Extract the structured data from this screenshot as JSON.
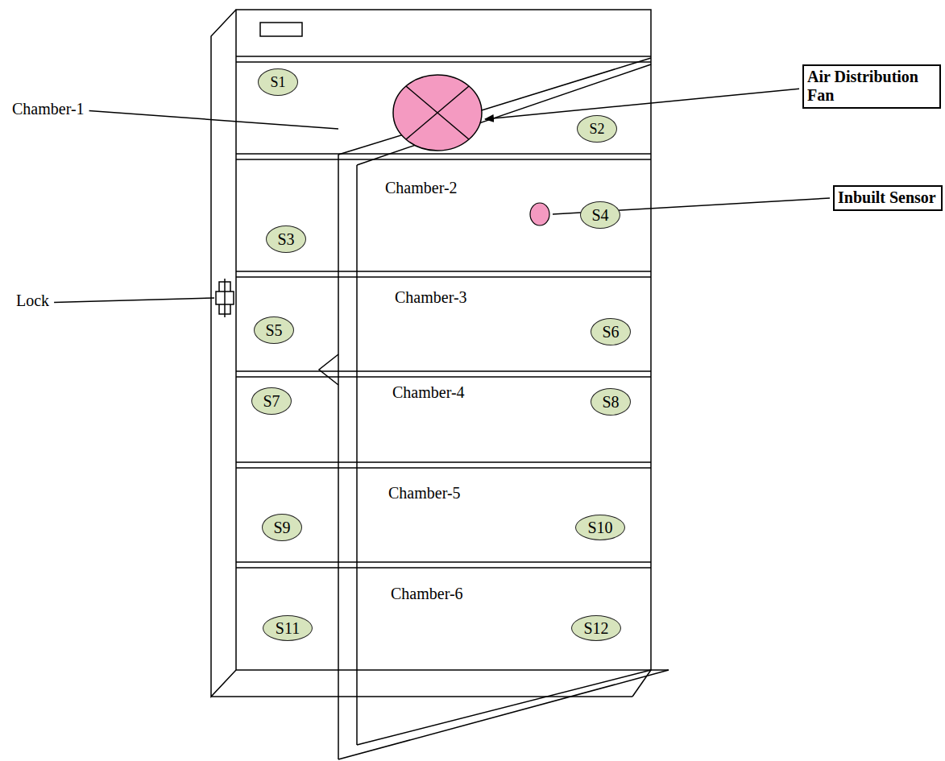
{
  "diagram": {
    "nodes": [
      {
        "text": [
          "S1"
        ]
      },
      {
        "text": [
          "S2"
        ]
      },
      {
        "text": [
          "Air Distribution Fan"
        ]
      },
      {
        "text": [
          "Chamber-2"
        ]
      },
      {
        "text": [
          "S3"
        ],
        "in": 3
      },
      {
        "text": [
          "S4"
        ],
        "in": 3
      },
      {
        "text": [
          "Inbuilt Sensor"
        ]
      },
      {
        "text": [
          "Chamber-3"
        ]
      },
      {
        "text": [
          "S5"
        ],
        "in": 7
      },
      {
        "text": [
          "S6"
        ],
        "in": 7
      },
      {
        "text": [
          "Chamber-4"
        ]
      },
      {
        "text": [
          "S7"
        ],
        "in": 10
      },
      {
        "text": [
          "S8"
        ],
        "in": 10
      },
      {
        "text": [
          "Chamber-5"
        ]
      },
      {
        "text": [
          "S9"
        ],
        "in": 13
      },
      {
        "text": [
          "S10"
        ],
        "in": 13
      },
      {
        "text": [
          "Chamber-6"
        ]
      },
      {
        "text": [
          "S11"
        ],
        "in": 16
      },
      {
        "text": [
          "S12"
        ],
        "in": 16
      }
    ],
    "labels": [
      "Chamber-1",
      "Lock"
    ]
  }
}
